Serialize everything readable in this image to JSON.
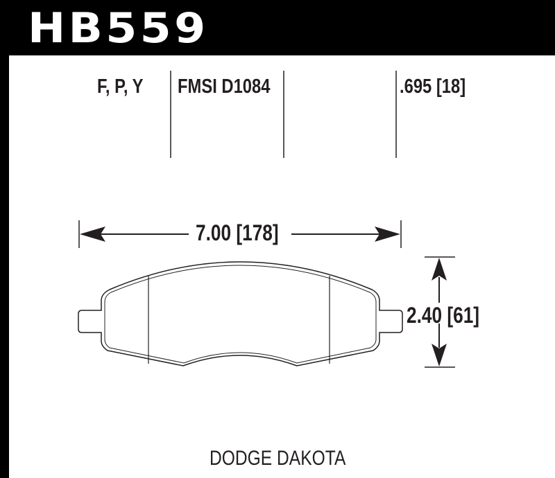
{
  "header": {
    "part_number": "HB559"
  },
  "specs": {
    "compounds": "F, P, Y",
    "fmsi": "FMSI D1084",
    "thickness": ".695 [18]"
  },
  "dimensions": {
    "width": "7.00 [178]",
    "height": "2.40 [61]"
  },
  "vehicle": "DODGE DAKOTA",
  "colors": {
    "ink": "#231f20",
    "header_bg": "#000000",
    "title_text": "#ffffff"
  }
}
